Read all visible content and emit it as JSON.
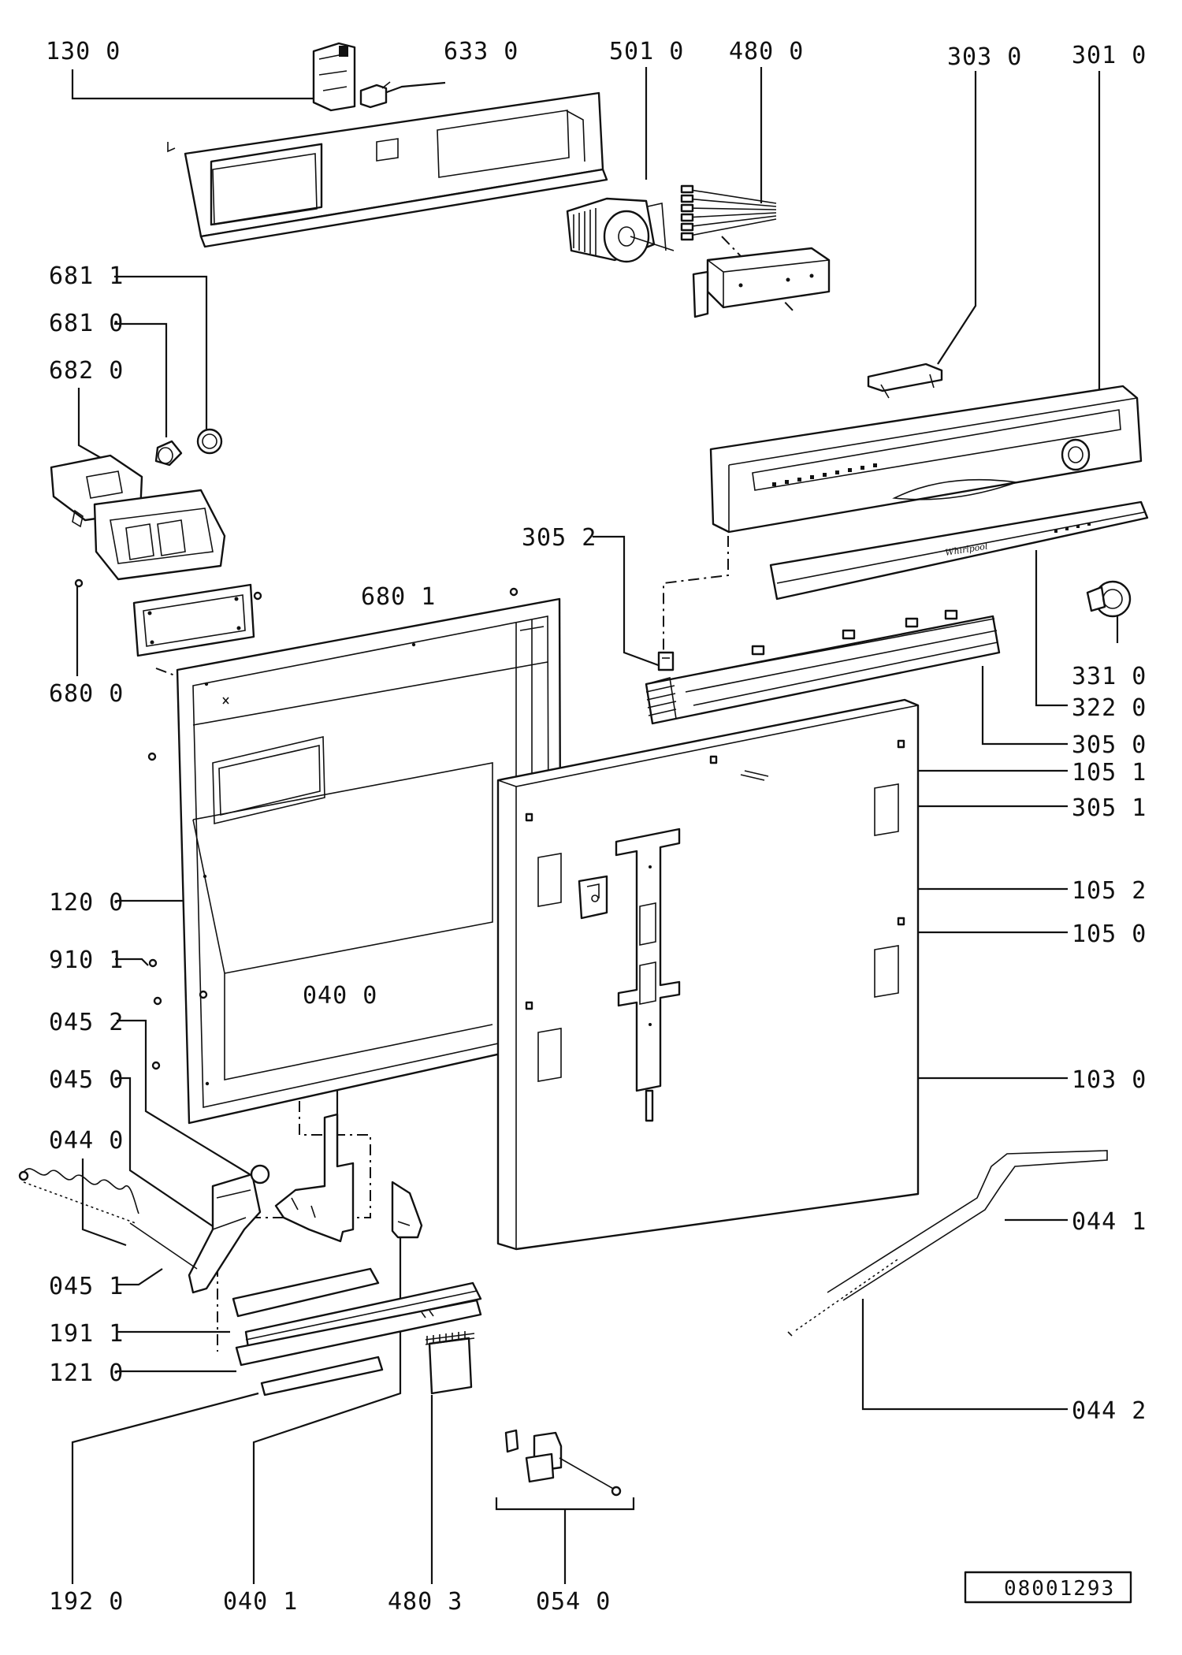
{
  "labels": {
    "p130_0": "130 0",
    "p633_0": "633 0",
    "p501_0": "501 0",
    "p480_0": "480 0",
    "p303_0": "303 0",
    "p301_0": "301 0",
    "p681_1": "681 1",
    "p681_0": "681 0",
    "p682_0": "682 0",
    "p305_2": "305 2",
    "p680_1": "680 1",
    "p680_0": "680 0",
    "p331_0": "331 0",
    "p322_0": "322 0",
    "p305_0": "305 0",
    "p105_1": "105 1",
    "p305_1": "305 1",
    "p120_0": "120 0",
    "p105_2": "105 2",
    "p105_0": "105 0",
    "p910_1": "910 1",
    "p040_0": "040 0",
    "p045_2": "045 2",
    "p045_0": "045 0",
    "p103_0": "103 0",
    "p044_0": "044 0",
    "p044_1": "044 1",
    "p045_1": "045 1",
    "p191_1": "191 1",
    "p121_0": "121 0",
    "p044_2": "044 2",
    "p192_0": "192 0",
    "p040_1": "040 1",
    "p480_3": "480 3",
    "p054_0": "054 0"
  },
  "brand_text": "Whirlpool",
  "reference_number": "08001293"
}
